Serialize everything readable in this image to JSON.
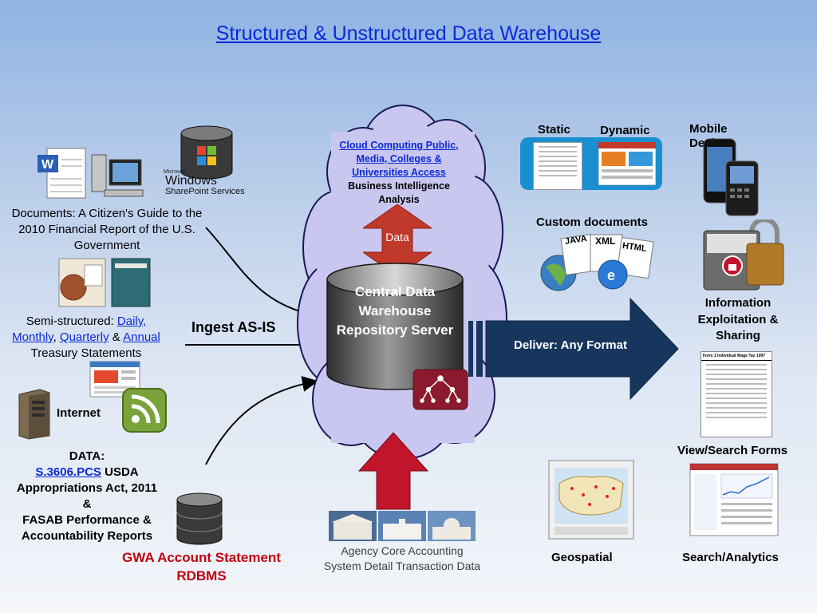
{
  "title": "Structured & Unstructured Data Warehouse",
  "cloud": {
    "link_text": "Cloud Computing Public, Media, Colleges & Universities Access",
    "subtitle": "Business Intelligence Analysis",
    "data_label": "Data"
  },
  "warehouse": {
    "label": "Central Data Warehouse Repository Server"
  },
  "ingest": "Ingest  AS-IS",
  "deliver": "Deliver: Any Format",
  "left": {
    "windows_brand": "Windows",
    "windows_small": "Microsoft",
    "sharepoint": "SharePoint Services",
    "documents": "Documents: A Citizen's Guide to the 2010 Financial Report of the U.S. Government",
    "semi_prefix": "Semi-structured: ",
    "semi_daily": "Daily,",
    "semi_monthly": "Monthly",
    "semi_comma": ", ",
    "semi_quarterly": "Quarterly",
    "semi_amp": " & ",
    "semi_annual": "Annual",
    "semi_suffix": "Treasury Statements",
    "internet": "Internet",
    "data_heading": "DATA:",
    "data_link": "S.3606.PCS",
    "data_line1_suffix": " USDA",
    "data_line2": "Appropriations Act, 2011",
    "data_line3": "&",
    "data_line4": "FASAB Performance &",
    "data_line5": "Accountability Reports",
    "gwa": "GWA Account Statement RDBMS"
  },
  "bottom": {
    "agency": "Agency Core Accounting System Detail Transaction Data"
  },
  "right": {
    "static": "Static",
    "dynamic": "Dynamic",
    "mobile": "Mobile Devices",
    "custom_docs": "Custom documents",
    "info": "Information Exploitation & Sharing",
    "view_search": "View/Search Forms",
    "geospatial": "Geospatial",
    "search_analytics": "Search/Analytics",
    "java": "JAVA",
    "xml": "XML",
    "html": "HTML",
    "form_header": "Form 1    Individual Wage Tax    1997"
  },
  "colors": {
    "title": "#0a2ad8",
    "link": "#0a2ad8",
    "red_label": "#c0000e",
    "arrow_navy": "#17365d",
    "data_arrow": "#c0392b",
    "cloud_fill": "#c9c7ef"
  }
}
